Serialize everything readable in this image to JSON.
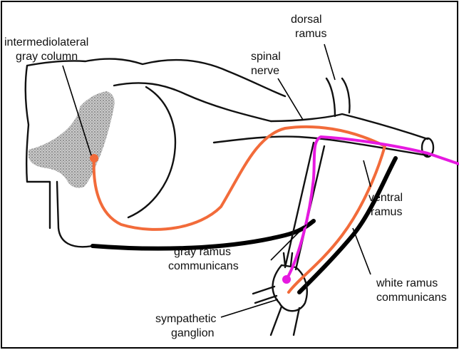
{
  "labels": {
    "intermediolateral_line1": "intermediolateral",
    "intermediolateral_line2": "gray column",
    "spinal_line1": "spinal",
    "spinal_line2": "nerve",
    "dorsal_line1": "dorsal",
    "dorsal_line2": "ramus",
    "ventral_line1": "ventral",
    "ventral_line2": "ramus",
    "gray_line1": "gray ramus",
    "gray_line2": "communicans",
    "white_line1": "white ramus",
    "white_line2": "communicans",
    "sympathetic_line1": "sympathetic",
    "sympathetic_line2": "ganglion"
  },
  "colors": {
    "preganglionic_fiber": "#f26b3a",
    "postganglionic_fiber": "#e619e0",
    "gray_matter": "#9a9a9a"
  }
}
